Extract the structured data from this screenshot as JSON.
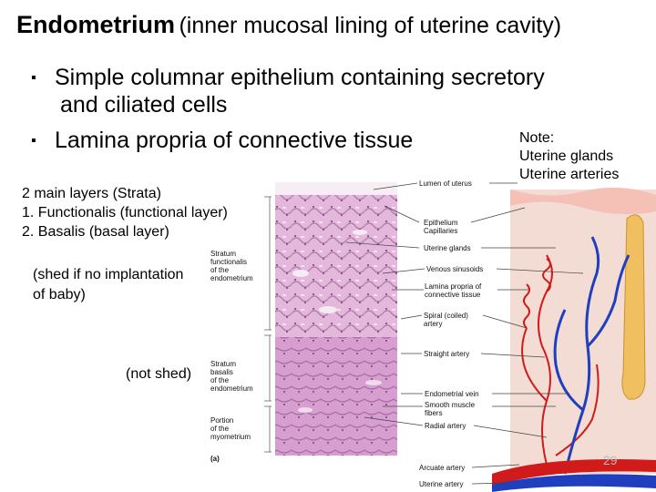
{
  "slide": {
    "title_main": "Endometrium",
    "title_sub": "(inner mucosal lining of uterine cavity)",
    "bullets": [
      "Simple columnar epithelium containing secretory",
      "and ciliated cells",
      "Lamina propria of connective tissue"
    ],
    "note_title": "Note:",
    "note_items": [
      "Uterine glands",
      "Uterine arteries"
    ],
    "layers_heading": "2 main layers (Strata)",
    "layers": [
      "1.  Functionalis (functional layer)",
      "2.  Basalis (basal layer)"
    ],
    "shed_note": "(shed if no implantation",
    "shed_note2": "of baby)",
    "not_shed_note": "(not shed)",
    "page_number": "29"
  },
  "figure": {
    "left_labels": {
      "functionalis": [
        "Stratum",
        "functionalis",
        "of the",
        "endometrium"
      ],
      "basalis": [
        "Stratum",
        "basalis",
        "of the",
        "endometrium"
      ],
      "myometrium": [
        "Portion",
        "of the",
        "myometrium"
      ],
      "panel": "(a)"
    },
    "right_labels": {
      "lumen": "Lumen of uterus",
      "epithelium": "Epithelium",
      "capillaries": "Capillaries",
      "glands": "Uterine glands",
      "sinusoids": "Venous sinusoids",
      "lamina1": "Lamina propria of",
      "lamina2": "connective tissue",
      "spiral1": "Spiral (coiled)",
      "spiral2": "artery",
      "straight": "Straight artery",
      "vein": "Endometrial vein",
      "smooth1": "Smooth muscle",
      "smooth2": "fibers",
      "radial": "Radial artery",
      "arcuate": "Arcuate artery",
      "uterine": "Uterine artery"
    },
    "colors": {
      "artery": "#d11a1a",
      "vein": "#1f3fbf",
      "histology": "#d9aad2",
      "tissue": "#f2d8cf",
      "gland": "#f0c060"
    }
  }
}
